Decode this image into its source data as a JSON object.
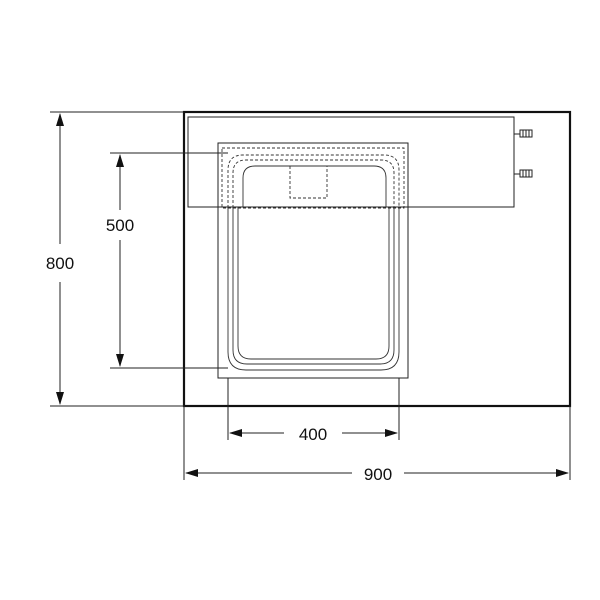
{
  "drawing": {
    "type": "technical plan view (sink cabinet with undermount basin)",
    "dimensions": {
      "overall_width": "900",
      "overall_depth": "800",
      "basin_width": "400",
      "basin_depth": "500"
    },
    "colors": {
      "line": "#111111",
      "background": "#ffffff"
    }
  }
}
